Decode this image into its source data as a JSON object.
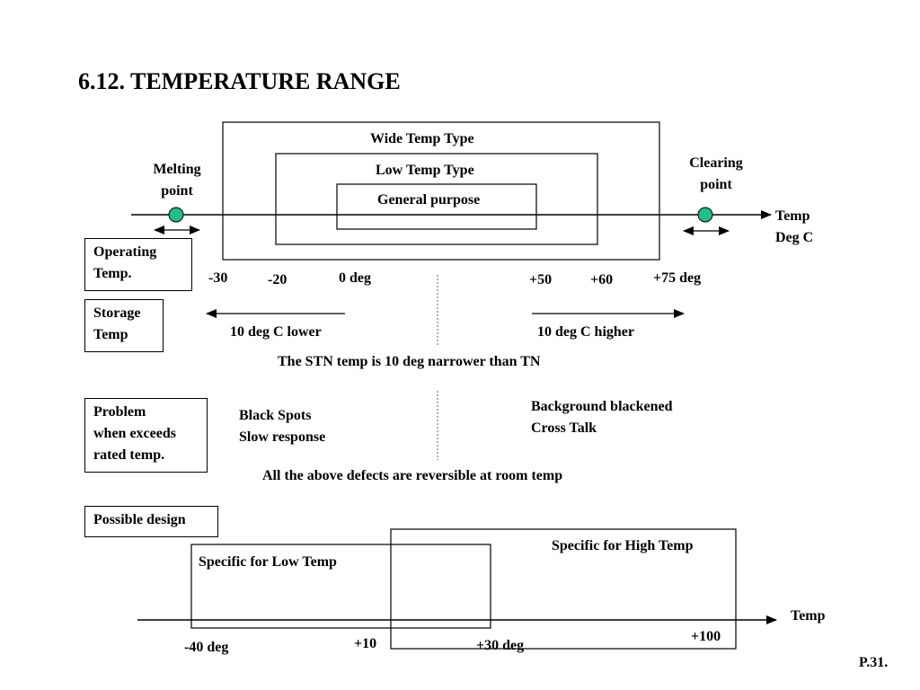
{
  "title": "6.12. TEMPERATURE RANGE",
  "nested_boxes": {
    "wide": "Wide Temp Type",
    "low": "Low Temp Type",
    "general": "General purpose"
  },
  "melting_point": "Melting\npoint",
  "clearing_point": "Clearing\npoint",
  "axis_top_label": "Temp\nDeg C",
  "labels": {
    "operating": "Operating\nTemp.",
    "storage": "Storage\nTemp",
    "problem": "Problem\nwhen exceeds\nrated temp.",
    "possible": "Possible design"
  },
  "ticks_top": {
    "m30": "-30",
    "m20": "-20",
    "zero": "0 deg",
    "p50": "+50",
    "p60": "+60",
    "p75": "+75 deg"
  },
  "lower_note": "10 deg C lower",
  "higher_note": "10 deg C higher",
  "stn_note": "The STN temp is 10 deg narrower than TN",
  "defects_low": "Black Spots\nSlow response",
  "defects_high": "Background blackened\nCross Talk",
  "reversible_note": "All the above defects are reversible at room temp",
  "design_boxes": {
    "low": "Specific for Low Temp",
    "high": "Specific for High Temp"
  },
  "axis_bottom_label": "Temp",
  "ticks_bottom": {
    "m40": "-40 deg",
    "p10": "+10",
    "p30": "+30 deg",
    "p100": "+100"
  },
  "page_number": "P.31.",
  "colors": {
    "point_fill": "#1fbf88",
    "line": "#000000"
  }
}
